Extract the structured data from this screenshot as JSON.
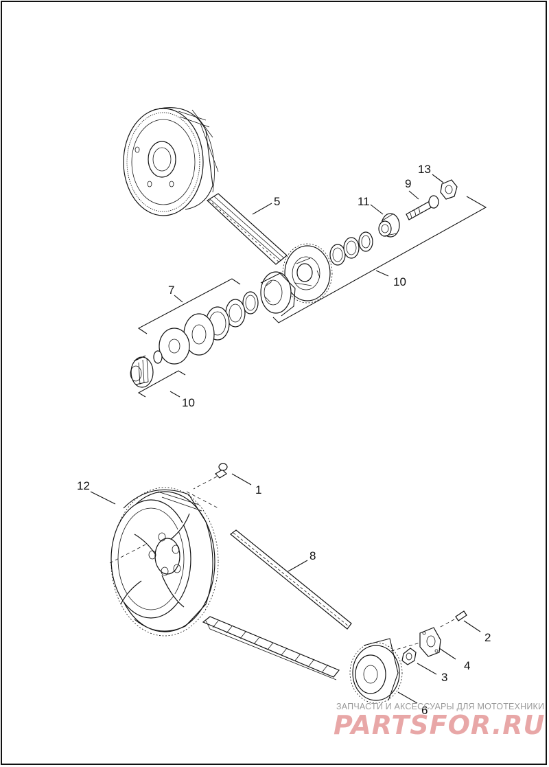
{
  "diagram": {
    "callouts": {
      "c1": "1",
      "c2": "2",
      "c3": "3",
      "c4": "4",
      "c5": "5",
      "c6": "6",
      "c7": "7",
      "c8": "8",
      "c9": "9",
      "c10a": "10",
      "c10b": "10",
      "c11": "11",
      "c12": "12",
      "c13": "13"
    }
  },
  "watermark": {
    "caption": "ЗАПЧАСТИ И АКСЕССУАРЫ ДЛЯ МОТОТЕХНИКИ",
    "logo": "PARTSFOR.RU"
  },
  "colors": {
    "line": "#111111",
    "background": "#ffffff",
    "watermark_logo": "#e8a7a7",
    "watermark_text": "#9a9a9a"
  }
}
